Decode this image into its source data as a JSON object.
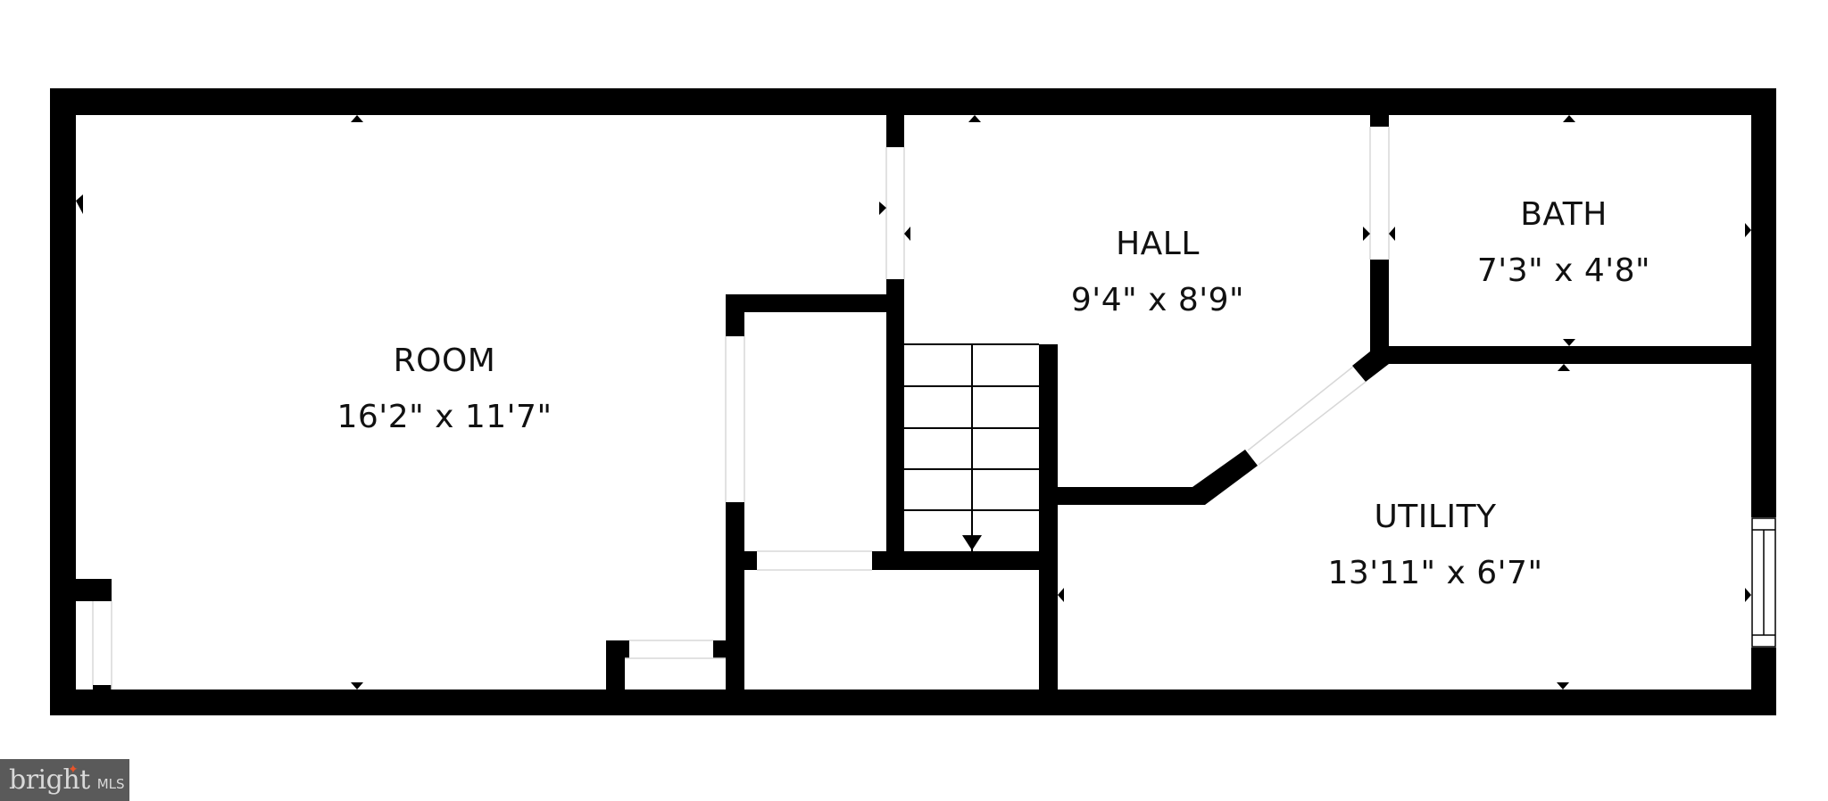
{
  "floorplan": {
    "rooms": [
      {
        "name": "ROOM",
        "dimensions": "16'2\" x 11'7\""
      },
      {
        "name": "HALL",
        "dimensions": "9'4\" x 8'9\""
      },
      {
        "name": "BATH",
        "dimensions": "7'3\" x 4'8\""
      },
      {
        "name": "UTILITY",
        "dimensions": "13'11\" x 6'7\""
      }
    ],
    "stairs": {
      "direction": "down",
      "treads": 5
    },
    "colors": {
      "wall": "#000000",
      "background": "#ffffff",
      "opening": "#d8d8d8"
    }
  },
  "logo": {
    "brand": "bright",
    "suffix": "MLS",
    "star": "✦",
    "colors": {
      "background": "#5a5a5a",
      "text": "#d9d9d9",
      "accent": "#e8542a"
    }
  }
}
